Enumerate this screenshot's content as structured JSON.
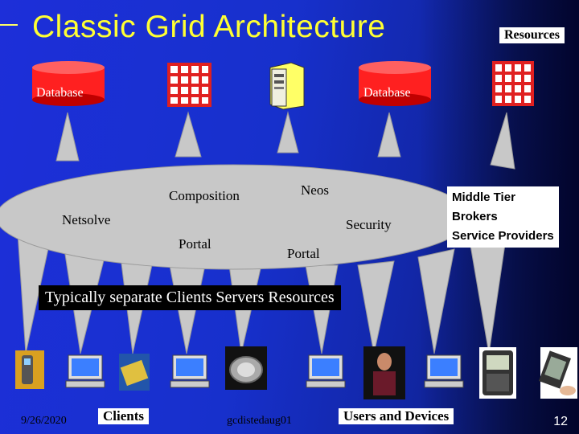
{
  "title": "Classic Grid Architecture",
  "resources_label": "Resources",
  "databases": [
    "Database",
    "Database"
  ],
  "ellipse_labels": {
    "composition": "Composition",
    "neos": "Neos",
    "netsolve": "Netsolve",
    "security": "Security",
    "portal_left": "Portal",
    "portal_right": "Portal"
  },
  "middle_tier": [
    "Middle Tier",
    "Brokers",
    "Service Providers"
  ],
  "tip": "Typically separate Clients Servers Resources",
  "footer": {
    "date": "9/26/2020",
    "clients": "Clients",
    "filename": "gcdistedaug01",
    "users": "Users and Devices",
    "slide_number": "12"
  },
  "colors": {
    "background": "#1730cc",
    "title": "#ffff33",
    "ellipse": "#c8c8c8",
    "grid_icon": "#e02020",
    "database": "#ff1010"
  },
  "icons": [
    "grid-cluster-icon",
    "server-icon",
    "database-icon",
    "desktop-computer-icon",
    "cell-phone-icon",
    "java-ring-icon",
    "pda-icon"
  ]
}
